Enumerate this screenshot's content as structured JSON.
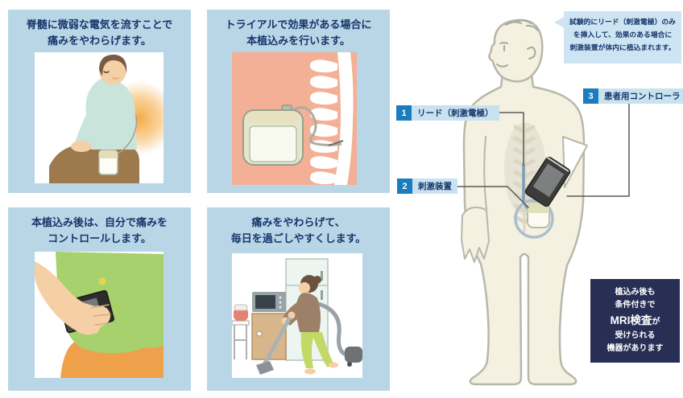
{
  "panels": [
    {
      "line1": "脊髄に微弱な電気を流すことで",
      "line2": "痛みをやわらげます。"
    },
    {
      "line1": "トライアルで効果がある場合に",
      "line2": "本植込みを行います。"
    },
    {
      "line1": "本植込み後は、自分で痛みを",
      "line2": "コントロールします。"
    },
    {
      "line1": "痛みをやわらげて、",
      "line2": "毎日を過ごしやすくします。"
    }
  ],
  "diagram": {
    "callout": {
      "line1": "試験的にリード（刺激電極）のみ",
      "line2": "を挿入して、効果のある場合に",
      "line3": "刺激装置が体内に植込まれます。"
    },
    "labels": [
      {
        "number": "1",
        "text": "リード（刺激電極）"
      },
      {
        "number": "2",
        "text": "刺激装置"
      },
      {
        "number": "3",
        "text": "患者用コントローラ"
      }
    ],
    "mri_note": {
      "line1": "植込み後も",
      "line2": "条件付きで",
      "line3_big": "MRI検査",
      "line3_small": "が",
      "line4": "受けられる",
      "line5": "機器があります"
    }
  },
  "colors": {
    "panel_bg": "#b9d6e7",
    "title_text": "#17366b",
    "panel2_inner_bg": "#f3b096",
    "number_badge_bg": "#1b7dbe",
    "label_strip_bg": "#c9e2f0",
    "callout_bg": "#cde4f2",
    "mri_box_bg": "#272f55",
    "mri_text": "#ffffff",
    "body_fill": "#f4f1e1",
    "body_outline": "#b8b7ab",
    "glow_orange": "#f5a73b"
  }
}
